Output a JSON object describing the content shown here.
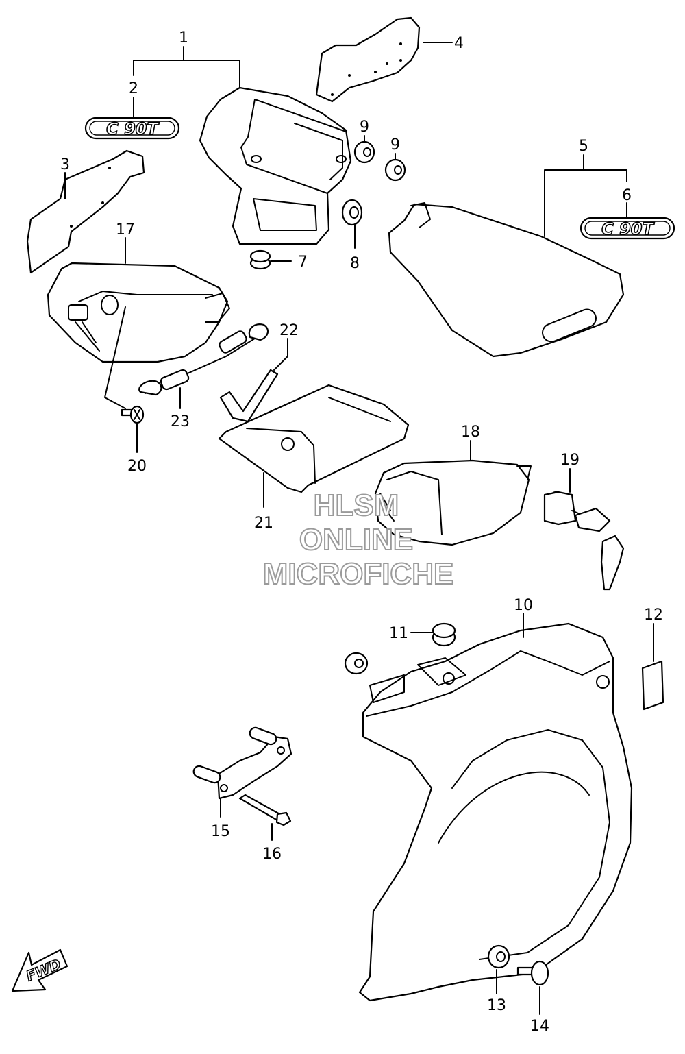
{
  "callouts": {
    "c1": "1",
    "c2": "2",
    "c3": "3",
    "c4": "4",
    "c5": "5",
    "c6": "6",
    "c7": "7",
    "c8": "8",
    "c9a": "9",
    "c9b": "9",
    "c10": "10",
    "c11": "11",
    "c12": "12",
    "c13": "13",
    "c14": "14",
    "c15": "15",
    "c16": "16",
    "c17": "17",
    "c18": "18",
    "c19": "19",
    "c20": "20",
    "c21": "21",
    "c22": "22",
    "c23": "23"
  },
  "emblem_left": "C 90T",
  "emblem_right": "C 90T",
  "watermark": {
    "line1": "HLSM",
    "line2": "ONLINE",
    "line3": "MICROFICHE",
    "color": "#9a9a9a"
  },
  "fwd_label": "FWD"
}
